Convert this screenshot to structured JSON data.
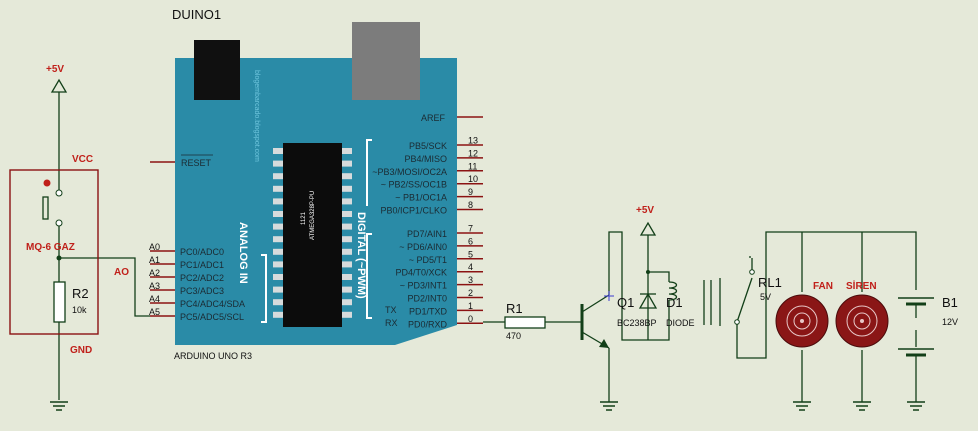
{
  "board": {
    "title": "DUINO1",
    "footer": "ARDUINO UNO R3",
    "analog_header": "ANALOG IN",
    "digital_header": "DIGITAL (~PWM)",
    "chip_label": "ATMEGA328P-PU",
    "chip_number": "1121",
    "vertical_url": "blogembarcado.blogspot.com",
    "reset": "RESET",
    "aref": "AREF",
    "analog_pins": [
      {
        "num": "A0",
        "name": "PC0/ADC0"
      },
      {
        "num": "A1",
        "name": "PC1/ADC1"
      },
      {
        "num": "A2",
        "name": "PC2/ADC2"
      },
      {
        "num": "A3",
        "name": "PC3/ADC3"
      },
      {
        "num": "A4",
        "name": "PC4/ADC4/SDA"
      },
      {
        "num": "A5",
        "name": "PC5/ADC5/SCL"
      }
    ],
    "digital_pins_upper": [
      {
        "num": "13",
        "name": "PB5/SCK"
      },
      {
        "num": "12",
        "name": "PB4/MISO"
      },
      {
        "num": "11",
        "name": "~PB3/MOSI/OC2A"
      },
      {
        "num": "10",
        "name": "~ PB2/SS/OC1B"
      },
      {
        "num": "9",
        "name": "~ PB1/OC1A"
      },
      {
        "num": "8",
        "name": "PB0/ICP1/CLKO"
      }
    ],
    "digital_pins_lower": [
      {
        "num": "7",
        "name": "PD7/AIN1"
      },
      {
        "num": "6",
        "name": "~ PD6/AIN0"
      },
      {
        "num": "5",
        "name": "~ PD5/T1"
      },
      {
        "num": "4",
        "name": "PD4/T0/XCK"
      },
      {
        "num": "3",
        "name": "~ PD3/INT1"
      },
      {
        "num": "2",
        "name": "PD2/INT0"
      },
      {
        "num": "1",
        "name": "PD1/TXD"
      },
      {
        "num": "0",
        "name": "PD0/RXD"
      }
    ],
    "tx": "TX",
    "rx": "RX"
  },
  "sensor": {
    "vcc_supply": "+5V",
    "vcc": "VCC",
    "name": "MQ-6 GAZ",
    "gnd": "GND",
    "ao": "AO"
  },
  "r2": {
    "name": "R2",
    "value": "10k"
  },
  "r1": {
    "name": "R1",
    "value": "470"
  },
  "transistor": {
    "name": "Q1",
    "part": "BC238BP",
    "supply": "+5V"
  },
  "diode": {
    "name": "D1",
    "part": "DIODE"
  },
  "relay": {
    "name": "RL1",
    "value": "5V"
  },
  "fan": {
    "label": "FAN"
  },
  "siren": {
    "label": "SİREN"
  },
  "battery": {
    "name": "B1",
    "value": "12V"
  },
  "colors": {
    "background": "#e5e9d9",
    "board": "#2a8ba7",
    "wire": "#123f18",
    "pin": "#8b1212",
    "label_red": "#c0201a",
    "motor": "#8a1616"
  }
}
